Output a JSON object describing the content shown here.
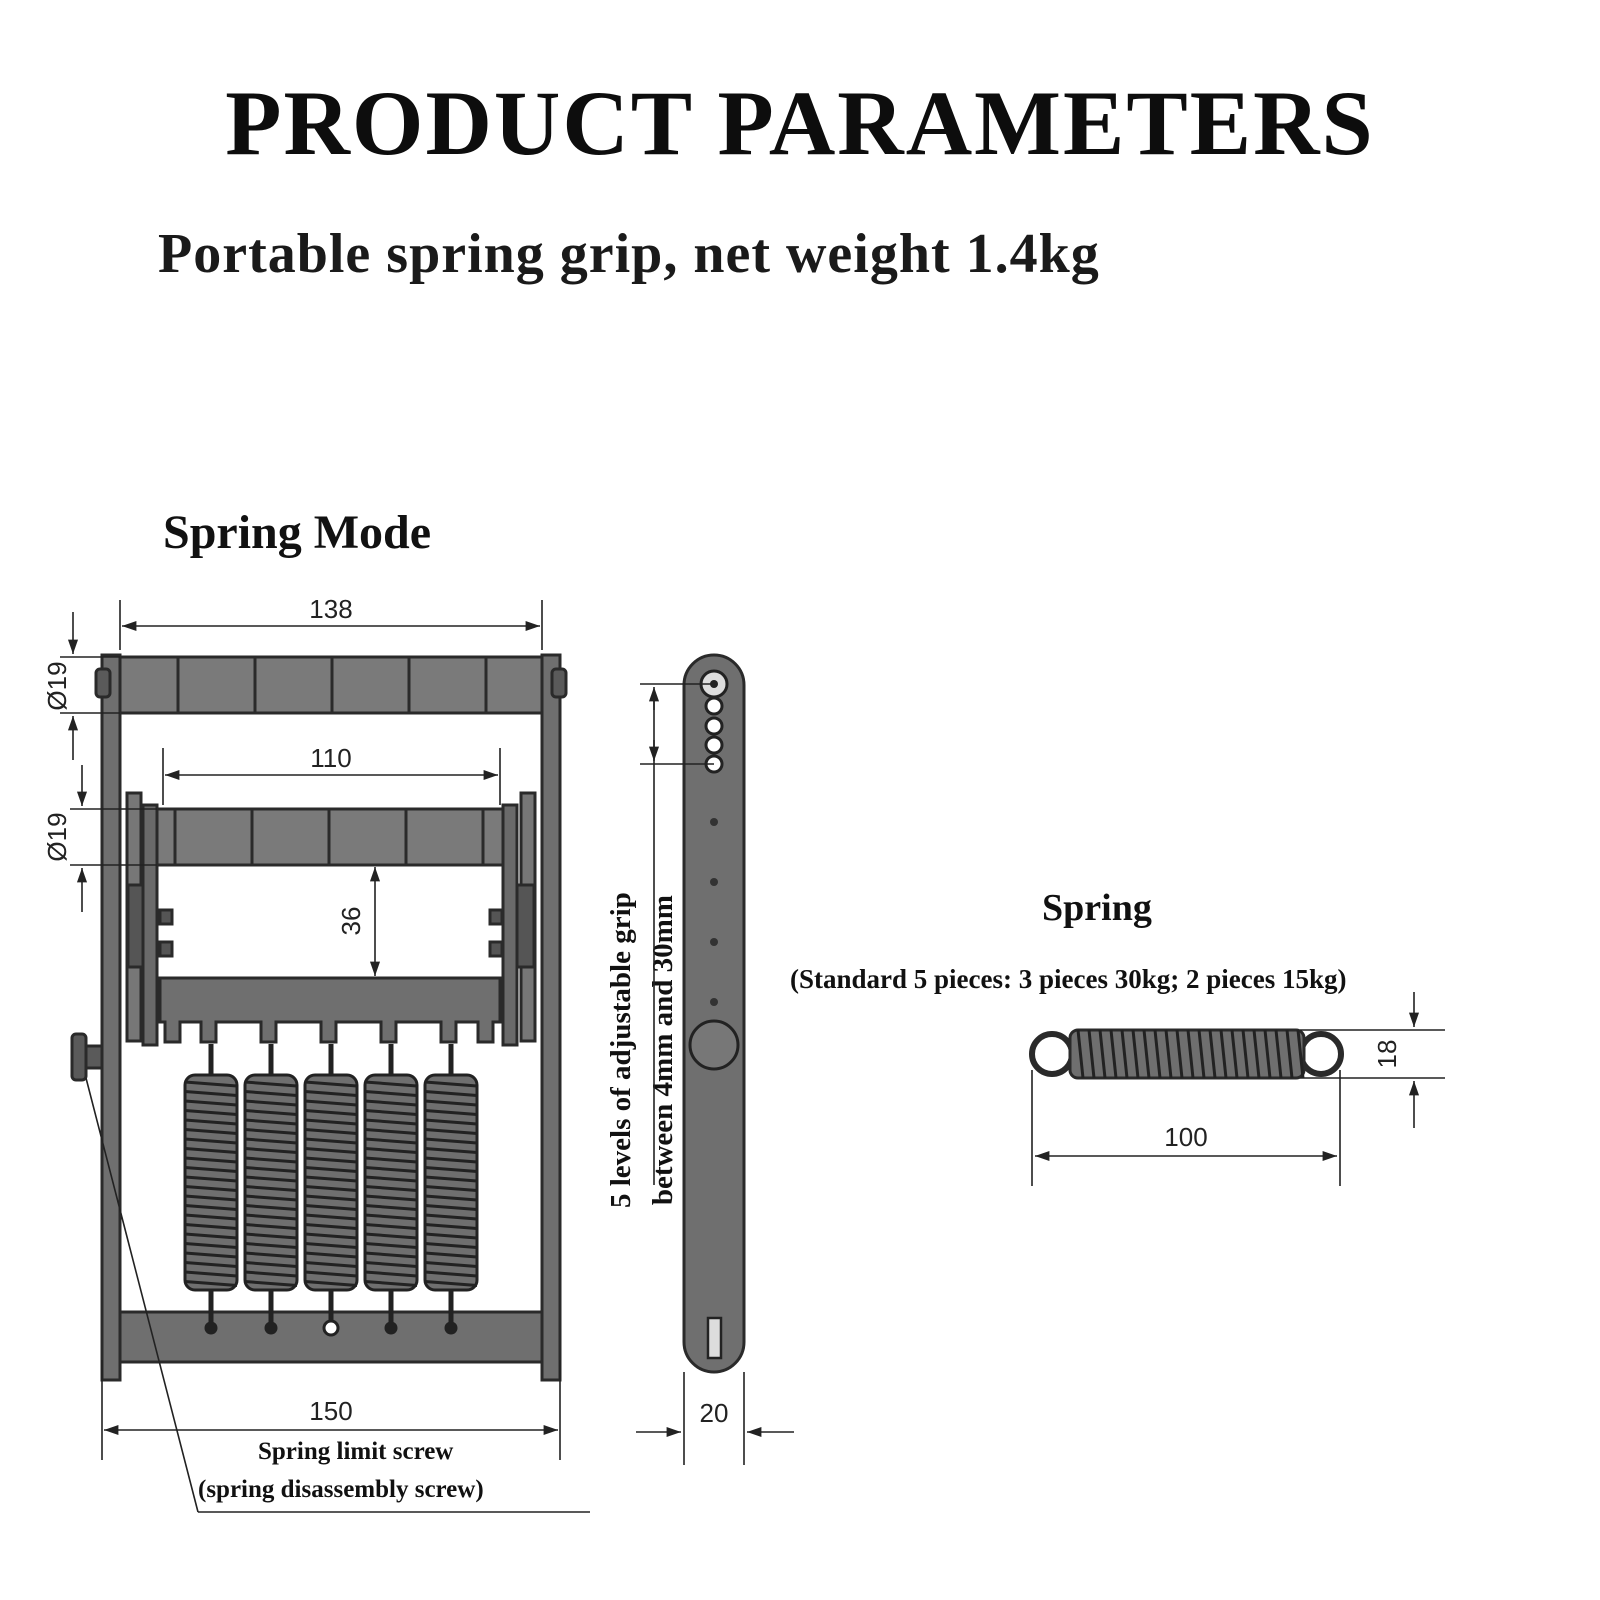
{
  "header": {
    "title": "PRODUCT PARAMETERS",
    "subtitle": "Portable spring grip, net weight 1.4kg"
  },
  "spring_mode": {
    "heading": "Spring Mode",
    "dimensions": {
      "top_handle_width": "138",
      "top_handle_diameter": "Ø19",
      "inner_handle_width": "110",
      "inner_handle_diameter": "Ø19",
      "gap_height": "36",
      "base_width": "150",
      "side_width": "20"
    },
    "grip_note": {
      "line1": "5 levels of adjustable grip",
      "line2": "between 4mm and 30mm"
    },
    "callout": {
      "line1": "Spring limit screw",
      "line2": "(spring disassembly screw)"
    }
  },
  "spring": {
    "heading": "Spring",
    "note": "(Standard 5 pieces: 3 pieces 30kg; 2 pieces 15kg)",
    "dimensions": {
      "length": "100",
      "diameter": "18"
    }
  },
  "colors": {
    "metal": "#6f6f6f",
    "metal_dark": "#2a2a2a",
    "line": "#222222"
  }
}
